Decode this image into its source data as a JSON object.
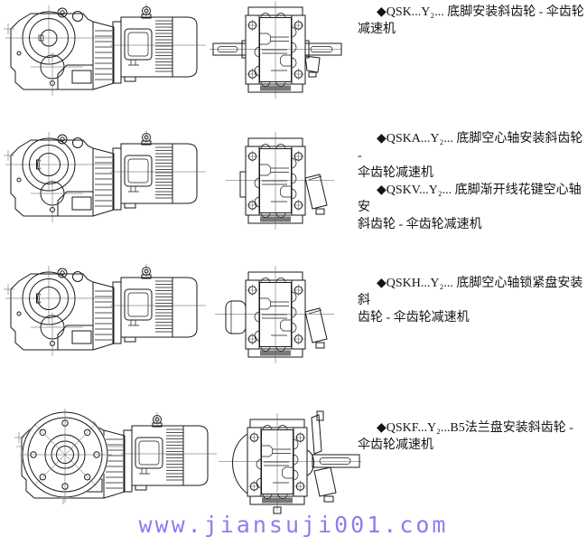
{
  "page": {
    "background_color": "#ffffff",
    "drawing_line_color": "#1a1a1a"
  },
  "rows": [
    {
      "model": "QSK",
      "descriptions": [
        {
          "line1": "◆QSK...Y₂... 底脚安装斜齿轮 - 伞齿轮",
          "line2": "减速机"
        }
      ]
    },
    {
      "model": "QSKA / QSKV",
      "descriptions": [
        {
          "line1": "◆QSKA...Y₂... 底脚空心轴安装斜齿轮 -",
          "line2": "伞齿轮减速机"
        },
        {
          "line1": "◆QSKV...Y₂... 底脚渐开线花键空心轴安",
          "line2": "斜齿轮 - 伞齿轮减速机"
        }
      ]
    },
    {
      "model": "QSKH",
      "descriptions": [
        {
          "line1": "◆QSKH...Y₂... 底脚空心轴锁紧盘安装斜",
          "line2": "齿轮 - 伞齿轮减速机"
        }
      ]
    },
    {
      "model": "QSKF",
      "descriptions": [
        {
          "line1": "◆QSKF...Y₂...B5法兰盘安装斜齿轮 -",
          "line2": "伞齿轮减速机"
        }
      ]
    }
  ],
  "watermark": {
    "text": "www.jiansuji001.com",
    "color": "#8f7cf0"
  }
}
